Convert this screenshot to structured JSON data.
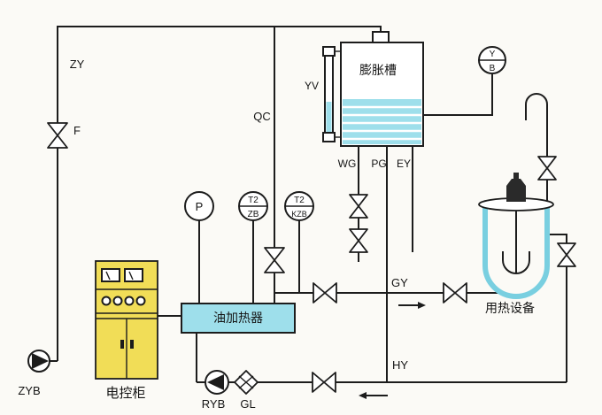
{
  "labels": {
    "zy": "ZY",
    "f": "F",
    "zyb": "ZYB",
    "qc": "QC",
    "yv": "YV",
    "expansion_tank": "膨胀槽",
    "wg": "WG",
    "pg": "PG",
    "ey": "EY",
    "yb_top": "Y",
    "yb_bottom": "B",
    "p": "P",
    "t2zb_top": "T2",
    "t2zb_bottom": "ZB",
    "t2kzb_top": "T2",
    "t2kzb_bottom": "KZB",
    "heater": "油加热器",
    "cabinet": "电控柜",
    "ryb": "RYB",
    "gl": "GL",
    "gy": "GY",
    "hy": "HY",
    "equipment": "用热设备"
  },
  "colors": {
    "line": "#1c1c1c",
    "liquid": "#9edfeb",
    "equipment_outline": "#79cfe0",
    "cabinet": "#f1dd57",
    "background": "#fbfaf6"
  }
}
